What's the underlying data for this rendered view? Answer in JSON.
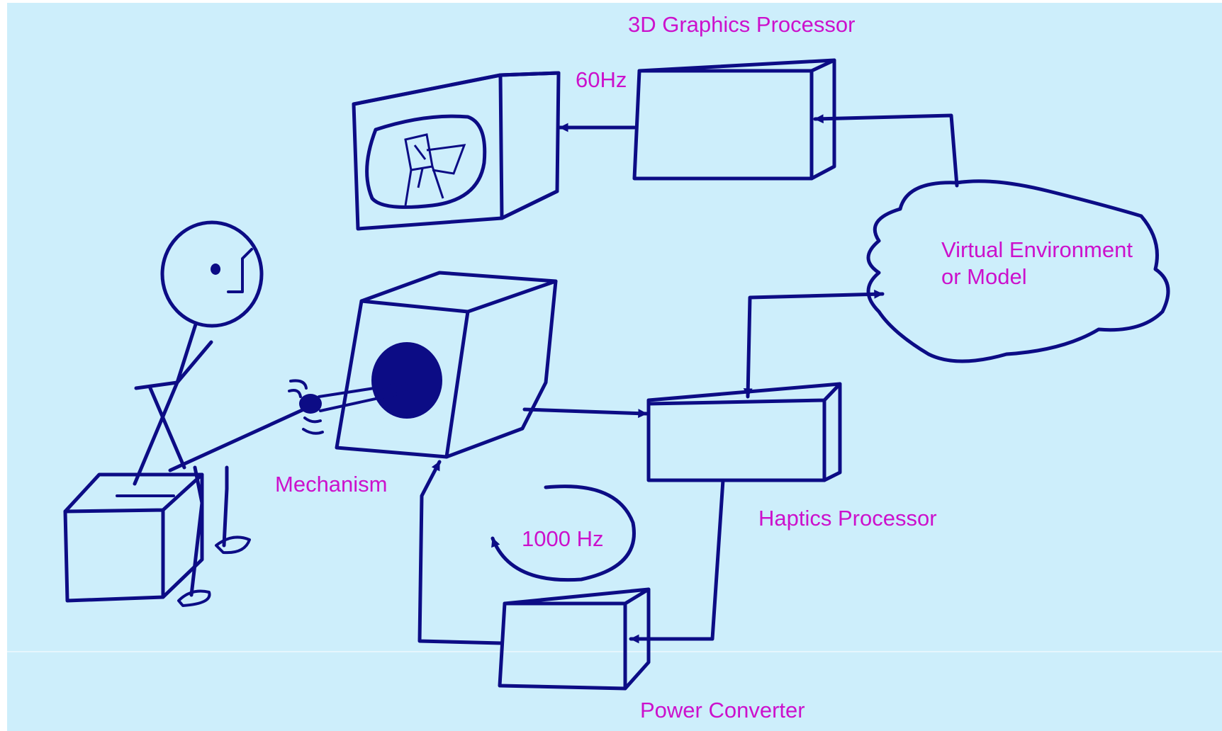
{
  "colors": {
    "background": "#cdeefb",
    "band_line": "#e6f6fd",
    "ink": "#0c0c85",
    "label": "#cc11cc"
  },
  "labels": {
    "graphics_processor": "3D Graphics Processor",
    "graphics_rate": "60Hz",
    "virtual_environment": "Virtual Environment\nor Model",
    "mechanism": "Mechanism",
    "haptics_processor": "Haptics Processor",
    "haptics_rate": "1000 Hz",
    "power_converter": "Power Converter"
  }
}
